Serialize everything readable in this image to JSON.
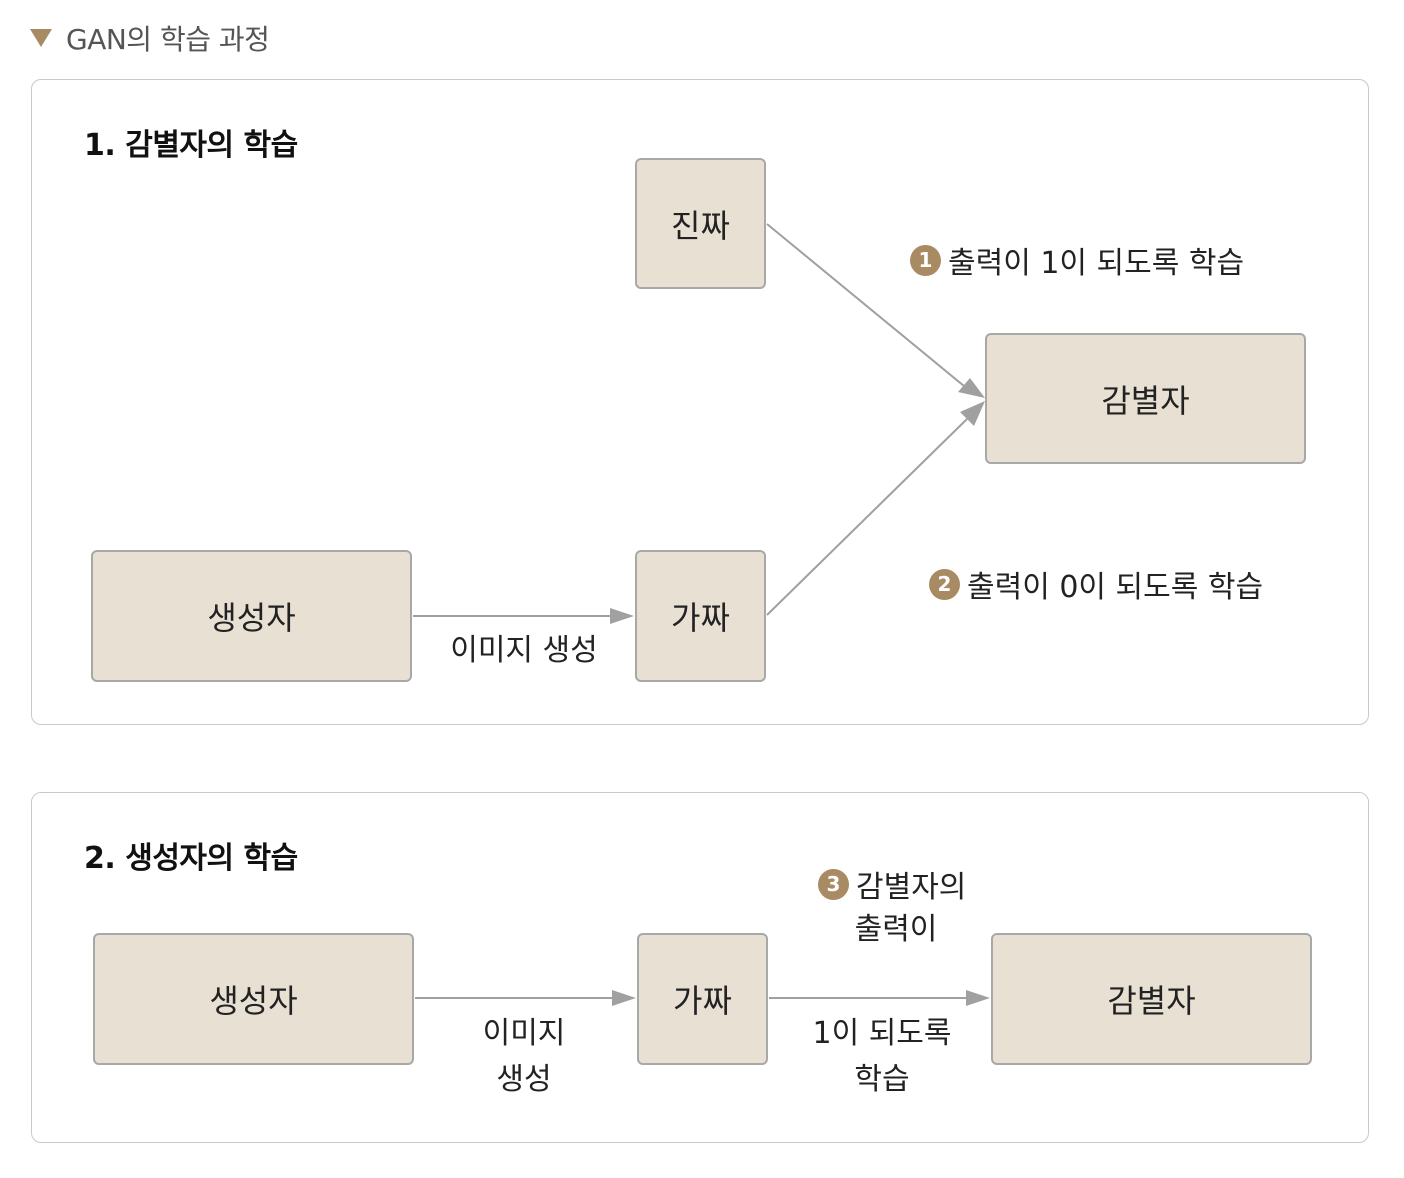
{
  "caption": "GAN의 학습 과정",
  "panel1": {
    "title": "1. 감별자의 학습",
    "nodes": {
      "real": "진짜",
      "discriminator": "감별자",
      "generator": "생성자",
      "fake": "가짜"
    },
    "edge_label": "이미지 생성",
    "steps": [
      {
        "badge": "1",
        "text": "출력이 1이 되도록 학습"
      },
      {
        "badge": "2",
        "text": "출력이 0이 되도록 학습"
      }
    ]
  },
  "panel2": {
    "title": "2. 생성자의 학습",
    "nodes": {
      "generator": "생성자",
      "fake": "가짜",
      "discriminator": "감별자"
    },
    "edge_label_line1": "이미지",
    "edge_label_line2": "생성",
    "step": {
      "badge": "3",
      "line1": "감별자의",
      "line2": "출력이"
    },
    "bottom_line1": "1이 되도록",
    "bottom_line2": "학습"
  },
  "colors": {
    "accent": "#a88a63",
    "node_fill": "#e9e0d4",
    "node_border": "#a8a8a8",
    "arrow": "#a0a0a0"
  }
}
